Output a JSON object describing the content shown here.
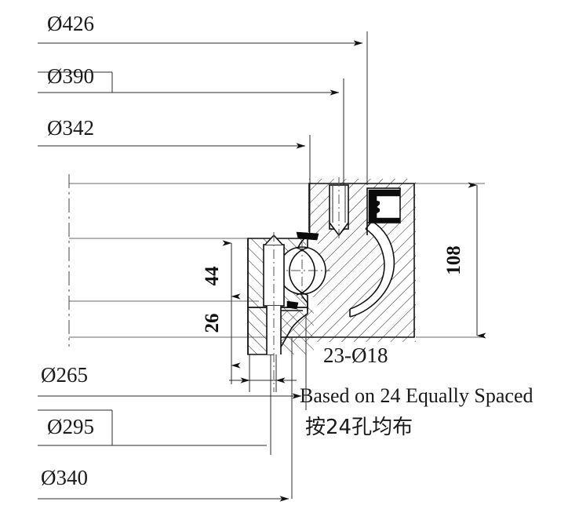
{
  "drawing": {
    "title": "Slewing Ring Bearing Cross-Section",
    "units": "mm",
    "line_color": "#111111",
    "background": "#ffffff"
  },
  "dimensions": {
    "top": [
      {
        "id": "d426",
        "label": "Ø426",
        "value": 426,
        "type": "diameter",
        "orientation": "horizontal"
      },
      {
        "id": "d390",
        "label": "Ø390",
        "value": 390,
        "type": "diameter",
        "orientation": "horizontal"
      },
      {
        "id": "d342",
        "label": "Ø342",
        "value": 342,
        "type": "diameter",
        "orientation": "horizontal"
      }
    ],
    "bottom": [
      {
        "id": "d265",
        "label": "Ø265",
        "value": 265,
        "type": "diameter",
        "orientation": "horizontal"
      },
      {
        "id": "d295",
        "label": "Ø295",
        "value": 295,
        "type": "diameter",
        "orientation": "horizontal"
      },
      {
        "id": "d340",
        "label": "Ø340",
        "value": 340,
        "type": "diameter",
        "orientation": "horizontal"
      }
    ],
    "vertical": [
      {
        "id": "h44",
        "label": "44",
        "value": 44,
        "type": "linear",
        "orientation": "vertical"
      },
      {
        "id": "h26",
        "label": "26",
        "value": 26,
        "type": "linear",
        "orientation": "vertical"
      },
      {
        "id": "h108",
        "label": "108",
        "value": 108,
        "type": "linear",
        "orientation": "vertical"
      }
    ]
  },
  "notes": {
    "hole_callout": "23-Ø18",
    "note_en": "Based on 24 Equally Spaced",
    "note_cn": "按24孔均布"
  }
}
